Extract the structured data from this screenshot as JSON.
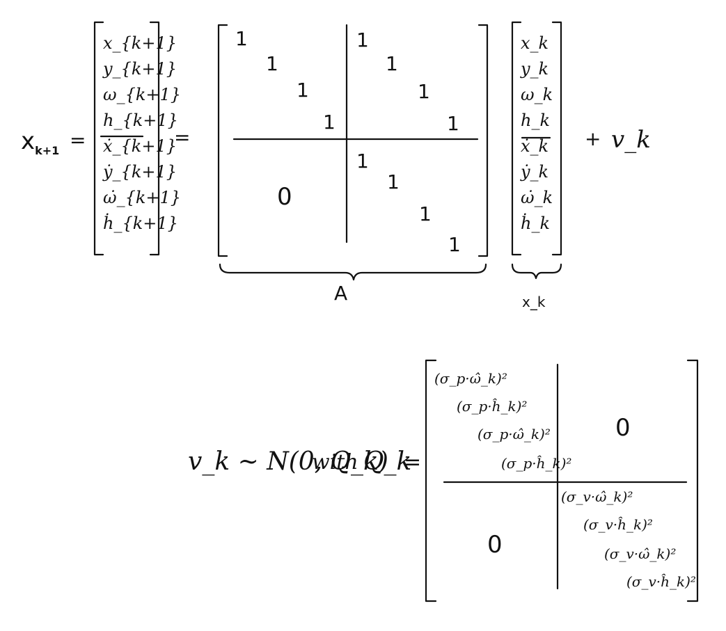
{
  "lhs": {
    "symbol": "x",
    "sub": "k+1",
    "equals": "="
  },
  "state_next": [
    "x_{k+1}",
    "y_{k+1}",
    "ω_{k+1}",
    "h_{k+1}",
    "ẋ_{k+1}",
    "ẏ_{k+1}",
    "ω̇_{k+1}",
    "ḣ_{k+1}"
  ],
  "state_curr": [
    "x_k",
    "y_k",
    "ω_k",
    "h_k",
    "ẋ_k",
    "ẏ_k",
    "ω̇_k",
    "ḣ_k"
  ],
  "equals2": "=",
  "matrix_A": {
    "one": "1",
    "zero": "0",
    "label": "A"
  },
  "label_xk": "x_k",
  "plus": "+",
  "noise_term": "v_k",
  "noise_line": {
    "lhs": "v_k ~ N(0, Q_k)",
    "with": "with",
    "q": "Q_k",
    "equals": "="
  },
  "matrix_Q": {
    "top_left": [
      "(σ_p·ω̂_k)²",
      "(σ_p·ĥ_k)²",
      "(σ_p·ω̂_k)²",
      "(σ_p·ĥ_k)²"
    ],
    "bottom_right": [
      "(σ_v·ω̂_k)²",
      "(σ_v·ĥ_k)²",
      "(σ_v·ω̂_k)²",
      "(σ_v·ĥ_k)²"
    ],
    "zero": "0"
  }
}
